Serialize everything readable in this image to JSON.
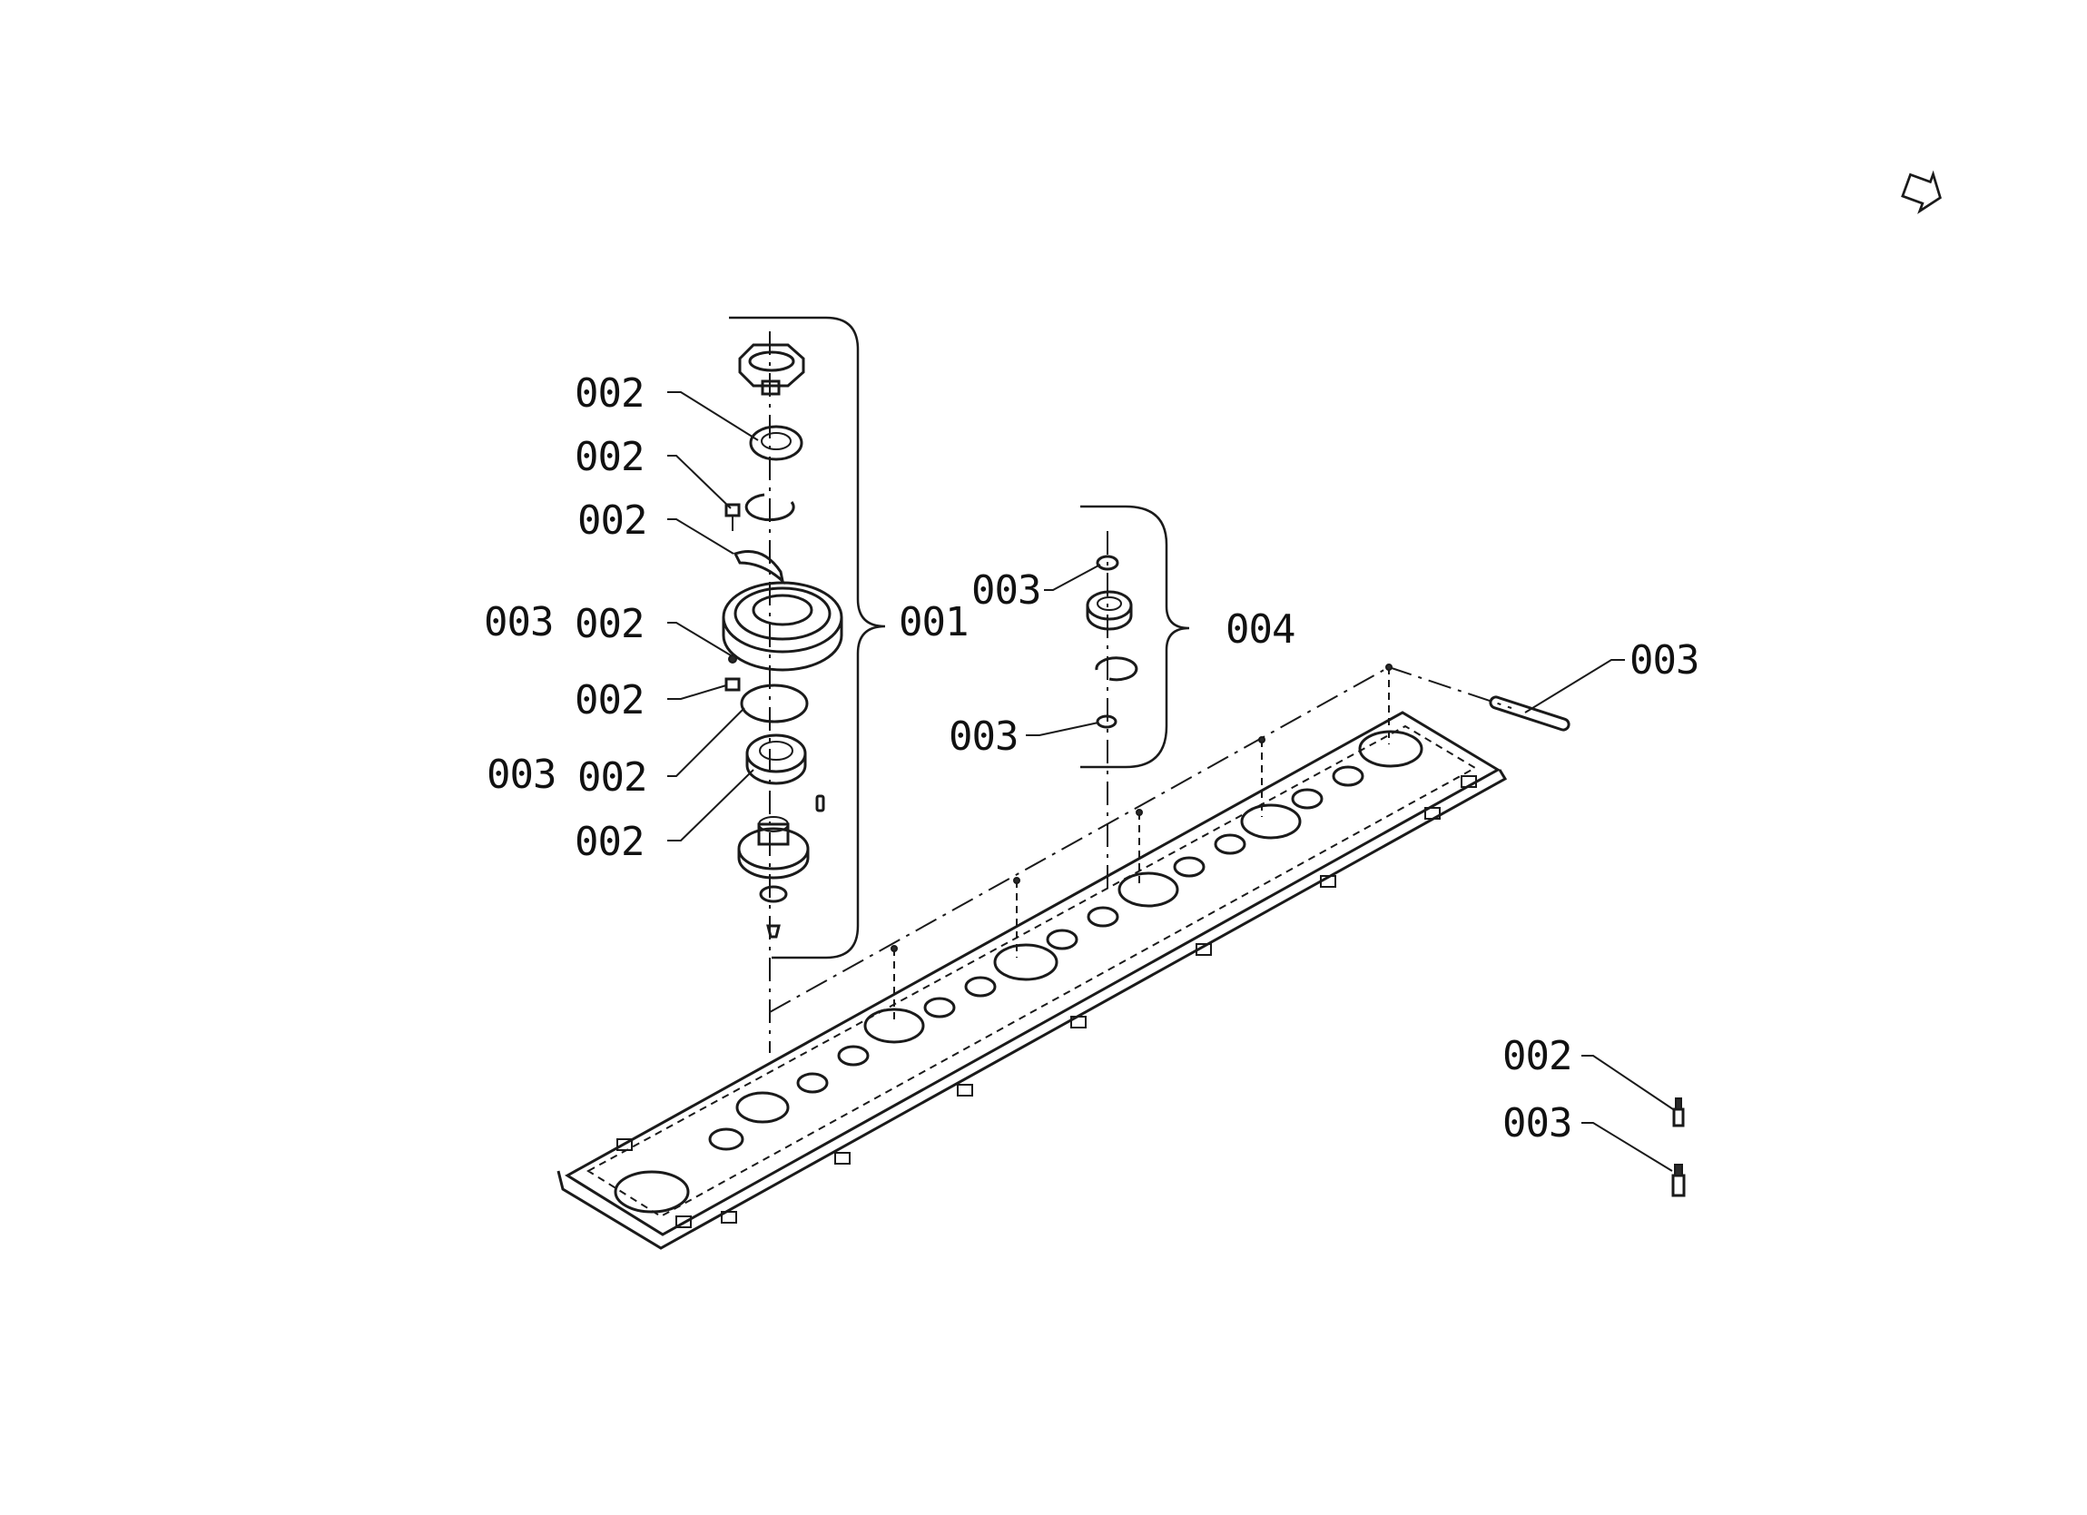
{
  "callouts": {
    "c1": "002",
    "c2": "002",
    "c3": "002",
    "c4a": "003",
    "c4b": "002",
    "c5": "002",
    "c6a": "003",
    "c6b": "002",
    "c7": "002",
    "g1": "001",
    "r1": "003",
    "r2": "003",
    "g4": "004",
    "pin": "003",
    "s1": "002",
    "s2": "003"
  },
  "icons": {
    "nav_arrow": "next-page-arrow-icon"
  }
}
